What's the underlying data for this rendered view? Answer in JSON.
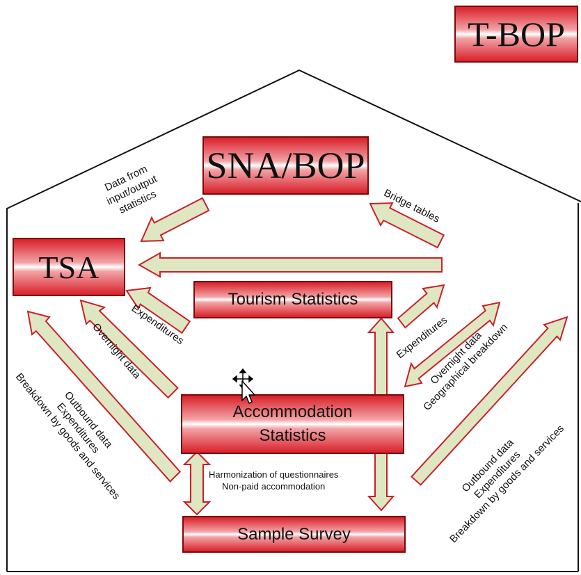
{
  "boxes": {
    "tbop": "T-BOP",
    "snabop": "SNA/BOP",
    "tsa": "TSA",
    "tourism": "Tourism Statistics",
    "accommodation": [
      "Accommodation",
      "Statistics"
    ],
    "sample": "Sample Survey"
  },
  "labels": {
    "data_from": [
      "Data from",
      "input/output",
      "statistics"
    ],
    "bridge": "Bridge tables",
    "exp_left": "Expenditures",
    "overnight_left": "Overnight data",
    "outbound_left": [
      "Outbound data",
      "Expenditures",
      "Breakdown by goods and services"
    ],
    "exp_right": "Expenditures",
    "overnight_right": [
      "Overnight data",
      "Geographical breakdown"
    ],
    "outbound_right": [
      "Outbound data",
      "Expenditures",
      "Breakdown by goods and services"
    ],
    "harmonization": [
      "Harmonization of questionnaires",
      "Non-paid accommodation"
    ]
  },
  "colors": {
    "arrow_fill": "#dfe6c2",
    "arrow_stroke": "#c8202a",
    "box_dark": "#d9202a",
    "box_border": "#7a0a0a"
  },
  "icons": {
    "cursor": "move-cursor-icon"
  }
}
